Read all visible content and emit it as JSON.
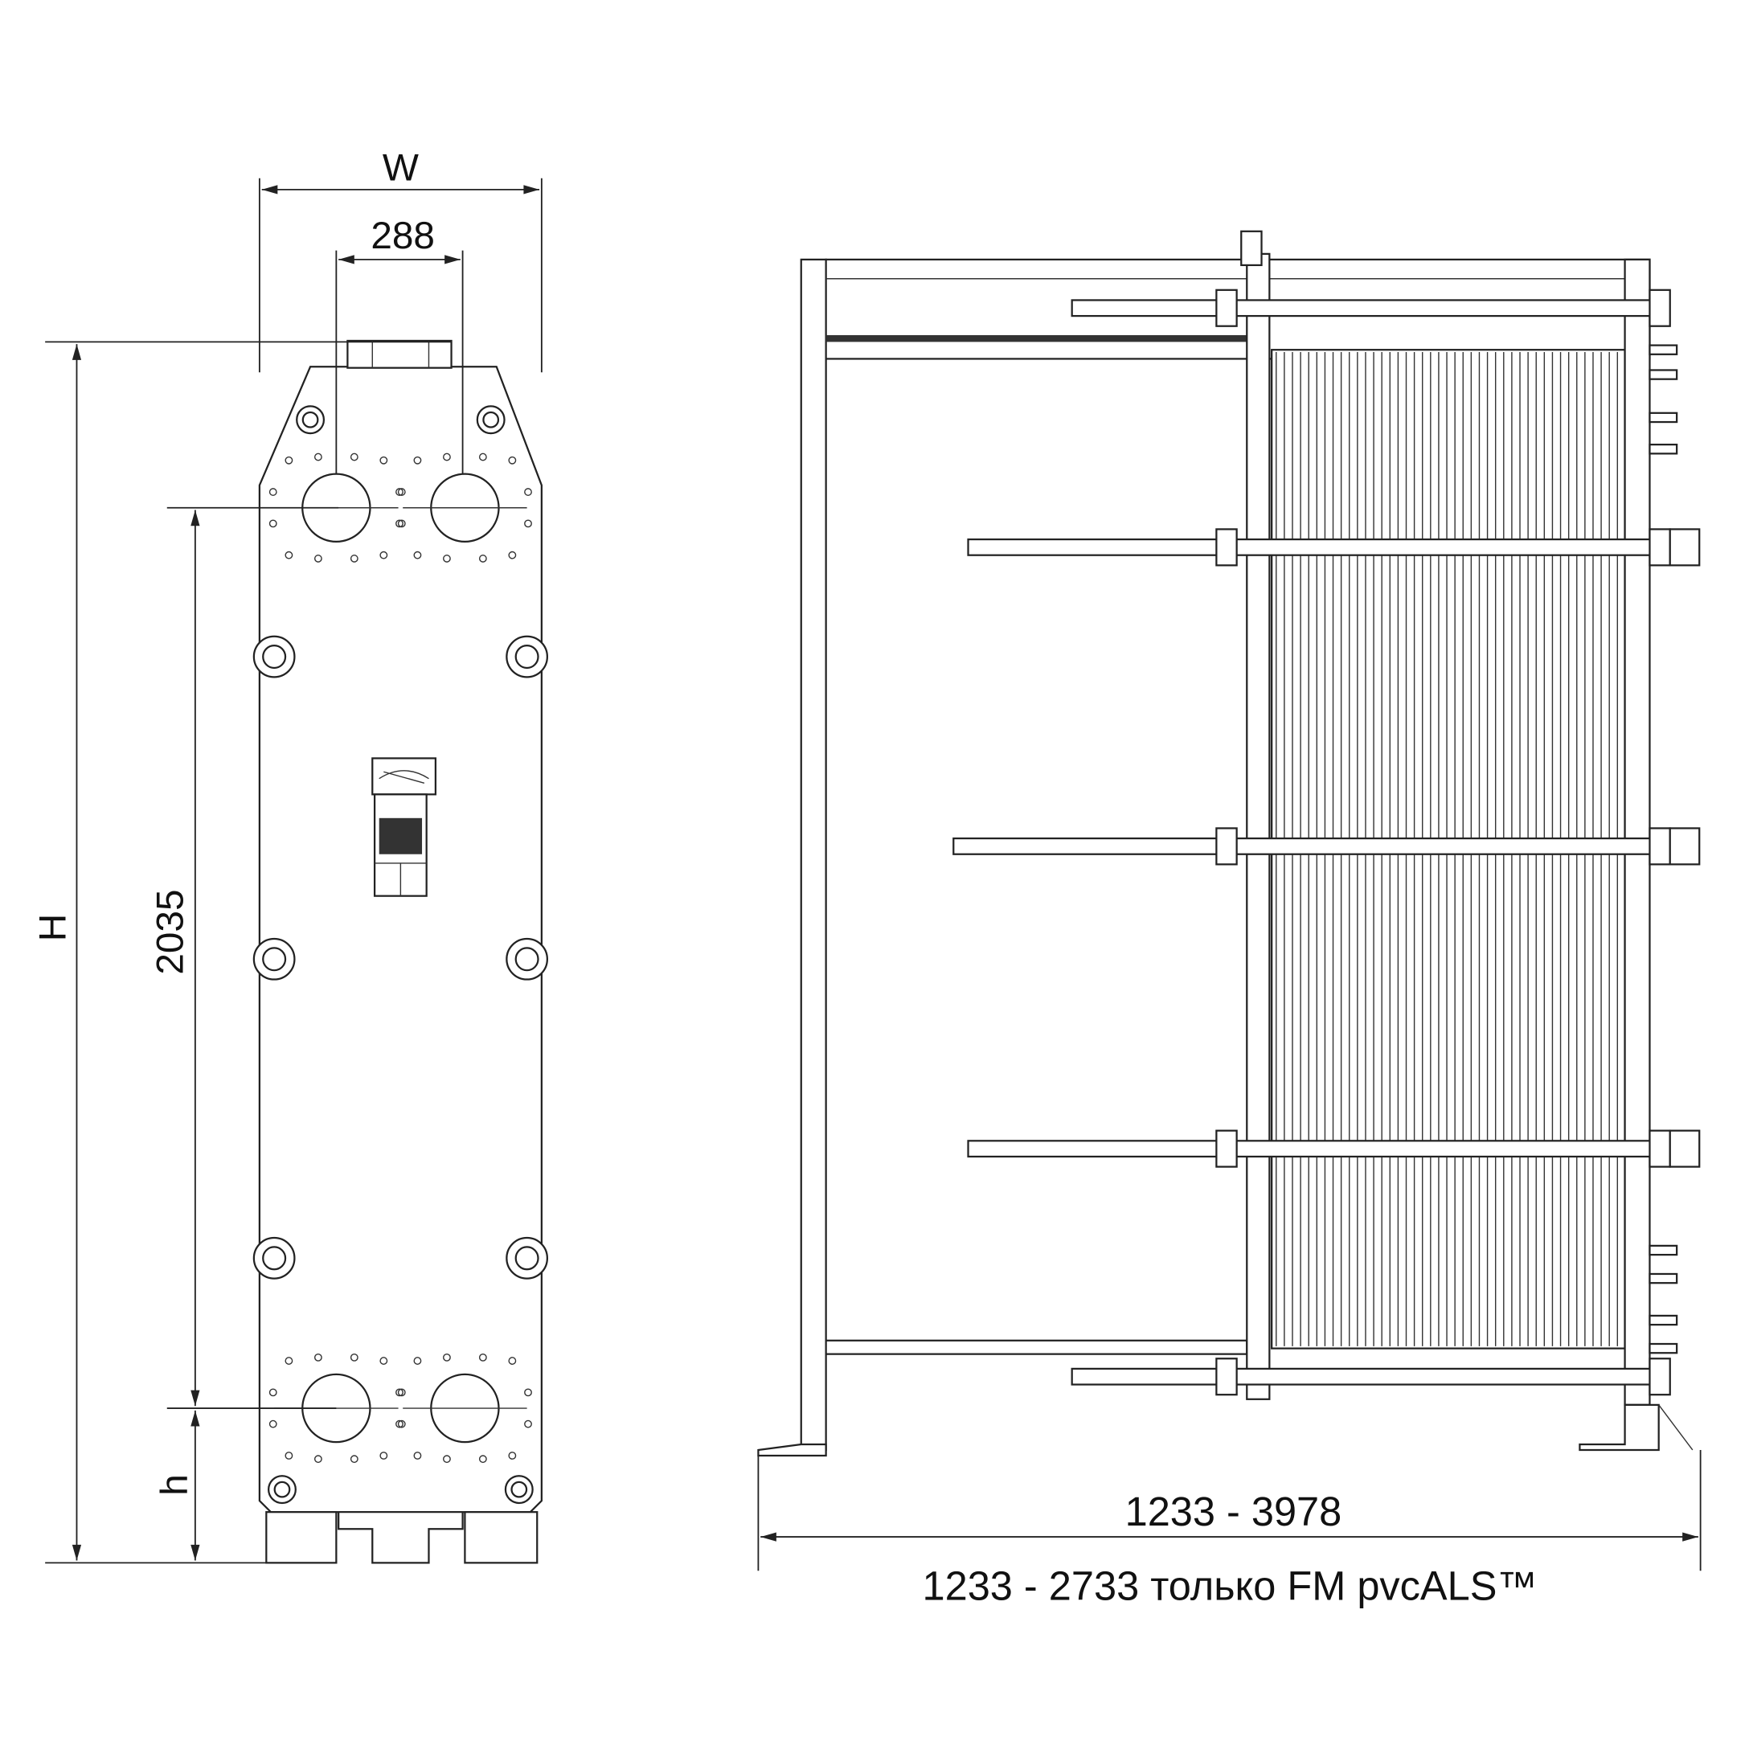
{
  "front_view": {
    "width_label": "W",
    "port_spacing_label": "288",
    "height_label": "H",
    "port_center_distance_label": "2035",
    "port_height_label": "h"
  },
  "side_view": {
    "length_range_label": "1233 - 3978",
    "pvc_als_note": "1233 - 2733 только FM pvcALS™"
  },
  "colors": {
    "line": "#222222",
    "background": "#ffffff"
  }
}
